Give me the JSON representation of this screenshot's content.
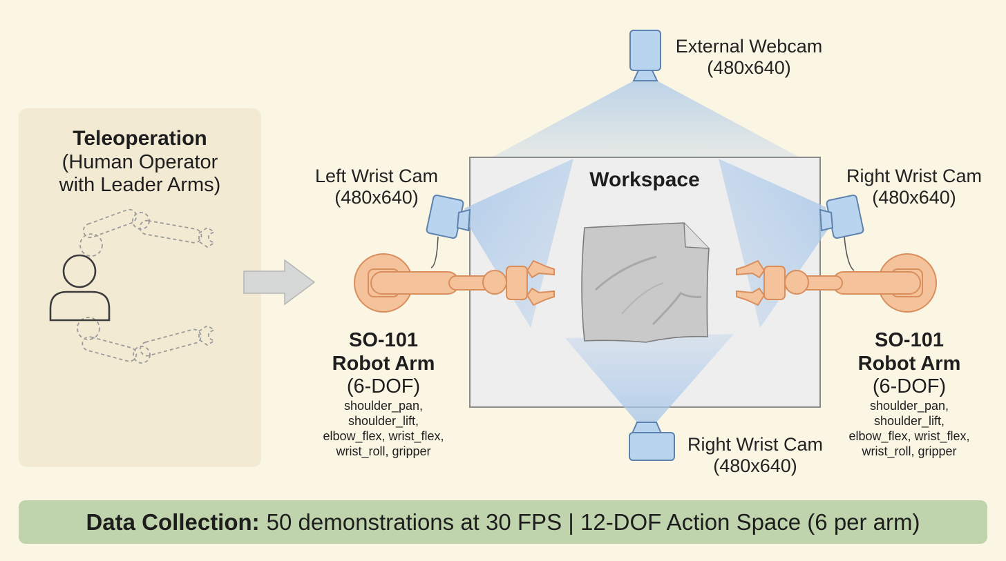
{
  "teleop": {
    "title": "Teleoperation",
    "line1": "(Human Operator",
    "line2": "with Leader Arms)"
  },
  "workspace": {
    "title": "Workspace"
  },
  "cameras": {
    "external": {
      "name": "External Webcam",
      "res": "(480x640)"
    },
    "left_wrist": {
      "name": "Left Wrist Cam",
      "res": "(480x640)"
    },
    "right_wrist": {
      "name": "Right Wrist Cam",
      "res": "(480x640)"
    },
    "bottom": {
      "name": "Right Wrist Cam",
      "res": "(480x640)"
    }
  },
  "arms": {
    "left": {
      "name1": "SO-101",
      "name2": "Robot Arm",
      "dof": "(6-DOF)",
      "joints1": "shoulder_pan,",
      "joints2": "shoulder_lift,",
      "joints3": "elbow_flex, wrist_flex,",
      "joints4": "wrist_roll, gripper"
    },
    "right": {
      "name1": "SO-101",
      "name2": "Robot Arm",
      "dof": "(6-DOF)",
      "joints1": "shoulder_pan,",
      "joints2": "shoulder_lift,",
      "joints3": "elbow_flex, wrist_flex,",
      "joints4": "wrist_roll, gripper"
    }
  },
  "footer": {
    "label": "Data Collection:",
    "text": "50 demonstrations at 30 FPS | 12-DOF Action Space (6 per arm)"
  },
  "colors": {
    "background": "#fbf5e3",
    "panel": "#f3ead4",
    "camera": "#b9d4ee",
    "camera_stroke": "#5d82ad",
    "arm": "#f4c29b",
    "arm_stroke": "#d98e5c",
    "footer": "#bfd4ad"
  },
  "icons": [
    "person-icon",
    "camera-icon",
    "robot-arm-icon",
    "cloth-icon",
    "arrow-right-icon"
  ]
}
